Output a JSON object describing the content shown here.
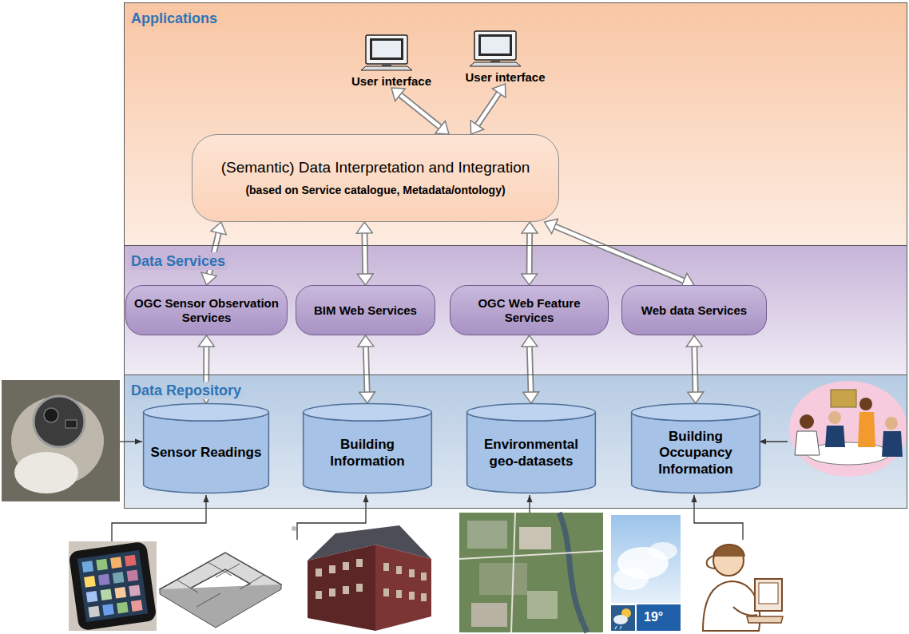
{
  "diagram": {
    "nodes": [
      {
        "text": [
          "Applications"
        ]
      },
      {
        "text": [
          "User interface"
        ],
        "in": 0
      },
      {
        "text": [
          "User interface"
        ],
        "in": 0
      },
      {
        "text": [
          "(Semantic) Data Interpretation and Integration",
          "(based on Service catalogue, Metadata/ontology)"
        ],
        "in": 0
      },
      {
        "text": [
          "Data Services"
        ]
      },
      {
        "text": [
          "OGC Sensor Observation Services"
        ],
        "in": 4
      },
      {
        "text": [
          "BIM Web Services"
        ],
        "in": 4
      },
      {
        "text": [
          "OGC Web Feature Services"
        ],
        "in": 4
      },
      {
        "text": [
          "Web data Services"
        ],
        "in": 4
      },
      {
        "text": [
          "Data Repository"
        ]
      },
      {
        "text": [
          "Sensor Readings"
        ],
        "in": 9
      },
      {
        "text": [
          "Building Information"
        ],
        "in": 9
      },
      {
        "text": [
          "Environmental geo-datasets"
        ],
        "in": 9
      },
      {
        "text": [
          "Building Occupancy Information"
        ],
        "in": 9
      }
    ],
    "edges": [
      {
        "from": 1,
        "to": 3,
        "arrow": "both"
      },
      {
        "from": 2,
        "to": 3,
        "arrow": "both"
      },
      {
        "from": 3,
        "to": 5,
        "arrow": "both"
      },
      {
        "from": 3,
        "to": 6,
        "arrow": "both"
      },
      {
        "from": 3,
        "to": 7,
        "arrow": "both"
      },
      {
        "from": 3,
        "to": 8,
        "arrow": "both"
      },
      {
        "from": 5,
        "to": 10,
        "arrow": "both"
      },
      {
        "from": 6,
        "to": 11,
        "arrow": "both"
      },
      {
        "from": 7,
        "to": 12,
        "arrow": "both"
      },
      {
        "from": 8,
        "to": 13,
        "arrow": "both"
      }
    ],
    "labels": [
      "19°"
    ]
  }
}
